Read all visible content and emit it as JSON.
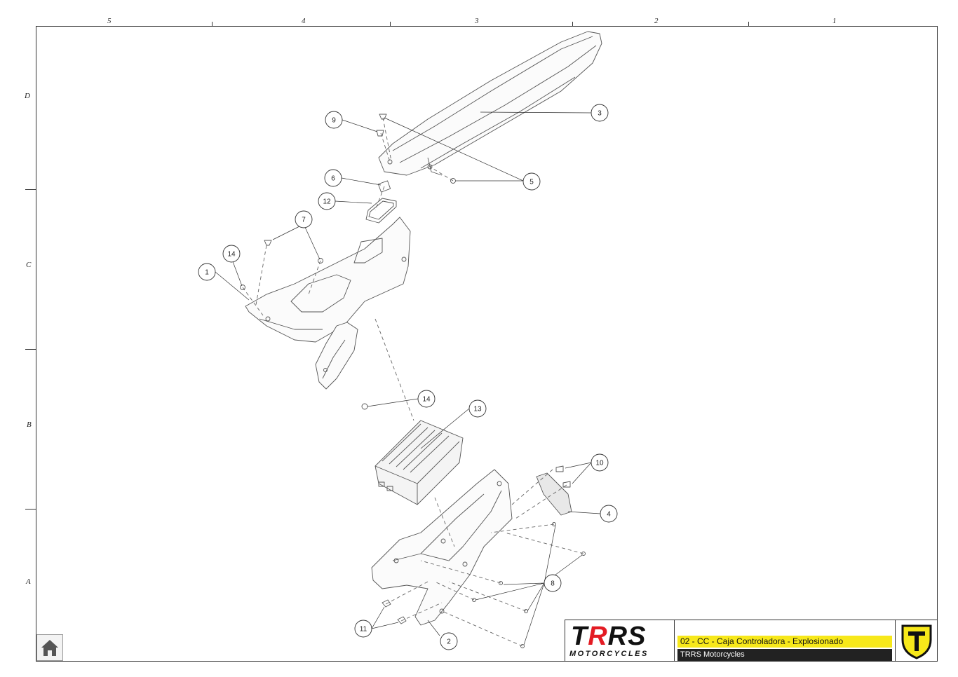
{
  "grid": {
    "columns": [
      "5",
      "4",
      "3",
      "2",
      "1"
    ],
    "rows": [
      "D",
      "C",
      "B",
      "A"
    ]
  },
  "callouts": {
    "c1": "1",
    "c2": "2",
    "c3": "3",
    "c4": "4",
    "c5": "5",
    "c6": "6",
    "c7": "7",
    "c8": "8",
    "c9": "9",
    "c10": "10",
    "c11": "11",
    "c12": "12",
    "c13": "13",
    "c14a": "14",
    "c14b": "14"
  },
  "title_block": {
    "logo_main_black1": "T",
    "logo_main_red": "R",
    "logo_main_black2": "RS",
    "logo_sub": "MOTORCYCLES",
    "document_title": "02 - CC - Caja Controladora - Explosionado",
    "company": "TRRS Motorcycles"
  },
  "colors": {
    "line": "#555555",
    "title_highlight": "#f7e81a",
    "company_bar": "#222222",
    "logo_red": "#e31b23"
  },
  "icons": {
    "home": "home-icon",
    "emblem": "trrs-shield-emblem-icon"
  }
}
